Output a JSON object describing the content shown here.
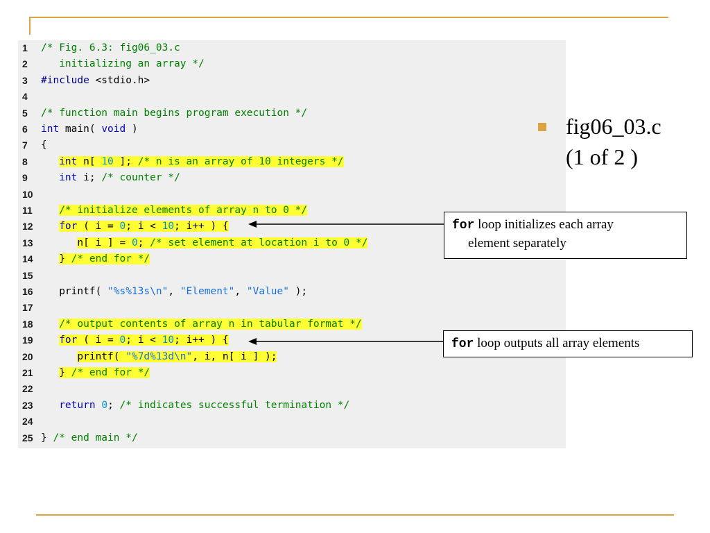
{
  "code": {
    "lines": [
      {
        "n": "1",
        "parts": [
          {
            "t": "/* Fig. 6.3: fig06_03.c",
            "c": "c"
          }
        ]
      },
      {
        "n": "2",
        "parts": [
          {
            "t": "   initializing an array */",
            "c": "c"
          }
        ]
      },
      {
        "n": "3",
        "parts": [
          {
            "t": "#include",
            "c": "pp"
          },
          {
            "t": " <stdio.h>"
          }
        ]
      },
      {
        "n": "4",
        "parts": []
      },
      {
        "n": "5",
        "parts": [
          {
            "t": "/* function main begins program execution */",
            "c": "c"
          }
        ]
      },
      {
        "n": "6",
        "parts": [
          {
            "t": "int",
            "c": "k"
          },
          {
            "t": " main( "
          },
          {
            "t": "void",
            "c": "k"
          },
          {
            "t": " )"
          }
        ]
      },
      {
        "n": "7",
        "parts": [
          {
            "t": "{"
          }
        ]
      },
      {
        "n": "8",
        "parts": [
          {
            "t": "   "
          },
          {
            "t": "int",
            "c": "k",
            "h": true
          },
          {
            "t": " n[ ",
            "h": true
          },
          {
            "t": "10",
            "c": "n",
            "h": true
          },
          {
            "t": " ]; ",
            "h": true
          },
          {
            "t": "/* n is an array of 10 integers */",
            "c": "c",
            "h": true
          }
        ]
      },
      {
        "n": "9",
        "parts": [
          {
            "t": "   "
          },
          {
            "t": "int",
            "c": "k"
          },
          {
            "t": " i; "
          },
          {
            "t": "/* counter */",
            "c": "c"
          }
        ]
      },
      {
        "n": "10",
        "parts": []
      },
      {
        "n": "11",
        "parts": [
          {
            "t": "   "
          },
          {
            "t": "/* initialize elements of array n to 0 */",
            "c": "c",
            "h": true
          }
        ]
      },
      {
        "n": "12",
        "parts": [
          {
            "t": "   "
          },
          {
            "t": "for",
            "c": "k",
            "h": true
          },
          {
            "t": " ( i = ",
            "h": true
          },
          {
            "t": "0",
            "c": "n",
            "h": true
          },
          {
            "t": "; i < ",
            "h": true
          },
          {
            "t": "10",
            "c": "n",
            "h": true
          },
          {
            "t": "; i++ ) {",
            "h": true
          }
        ]
      },
      {
        "n": "13",
        "parts": [
          {
            "t": "      "
          },
          {
            "t": "n[ i ] = ",
            "h": true
          },
          {
            "t": "0",
            "c": "n",
            "h": true
          },
          {
            "t": "; ",
            "h": true
          },
          {
            "t": "/* set element at location i to 0 */",
            "c": "c",
            "h": true
          }
        ]
      },
      {
        "n": "14",
        "parts": [
          {
            "t": "   "
          },
          {
            "t": "} ",
            "h": true
          },
          {
            "t": "/* end for */",
            "c": "c",
            "h": true
          }
        ]
      },
      {
        "n": "15",
        "parts": []
      },
      {
        "n": "16",
        "parts": [
          {
            "t": "   printf( "
          },
          {
            "t": "\"%s%13s\\n\"",
            "c": "s"
          },
          {
            "t": ", "
          },
          {
            "t": "\"Element\"",
            "c": "s"
          },
          {
            "t": ", "
          },
          {
            "t": "\"Value\"",
            "c": "s"
          },
          {
            "t": " );"
          }
        ]
      },
      {
        "n": "17",
        "parts": []
      },
      {
        "n": "18",
        "parts": [
          {
            "t": "   "
          },
          {
            "t": "/* output contents of array n in tabular format */",
            "c": "c",
            "h": true
          }
        ]
      },
      {
        "n": "19",
        "parts": [
          {
            "t": "   "
          },
          {
            "t": "for",
            "c": "k",
            "h": true
          },
          {
            "t": " ( i = ",
            "h": true
          },
          {
            "t": "0",
            "c": "n",
            "h": true
          },
          {
            "t": "; i < ",
            "h": true
          },
          {
            "t": "10",
            "c": "n",
            "h": true
          },
          {
            "t": "; i++ ) {",
            "h": true
          }
        ]
      },
      {
        "n": "20",
        "parts": [
          {
            "t": "      "
          },
          {
            "t": "printf( ",
            "h": true
          },
          {
            "t": "\"%7d%13d\\n\"",
            "c": "s",
            "h": true
          },
          {
            "t": ", i, n[ i ] );",
            "h": true
          }
        ]
      },
      {
        "n": "21",
        "parts": [
          {
            "t": "   "
          },
          {
            "t": "} ",
            "h": true
          },
          {
            "t": "/* end for */",
            "c": "c",
            "h": true
          }
        ]
      },
      {
        "n": "22",
        "parts": []
      },
      {
        "n": "23",
        "parts": [
          {
            "t": "   "
          },
          {
            "t": "return",
            "c": "k"
          },
          {
            "t": " "
          },
          {
            "t": "0",
            "c": "n"
          },
          {
            "t": "; "
          },
          {
            "t": "/* indicates successful termination */",
            "c": "c"
          }
        ]
      },
      {
        "n": "24",
        "parts": []
      },
      {
        "n": "25",
        "parts": [
          {
            "t": "} "
          },
          {
            "t": "/* end main */",
            "c": "c"
          }
        ]
      }
    ]
  },
  "bullet": {
    "line1": "fig06_03.c",
    "line2": "(1 of 2 )"
  },
  "callouts": [
    {
      "keyword": "for",
      "text1": " loop initializes each array",
      "text2": "element separately"
    },
    {
      "keyword": "for",
      "text1": " loop outputs all array elements"
    }
  ],
  "colors": {
    "accent": "#d9a441",
    "highlight": "#ffff33",
    "comment": "#008000",
    "keyword": "#0000c0",
    "number": "#0090c8",
    "string": "#1a6fd6"
  }
}
